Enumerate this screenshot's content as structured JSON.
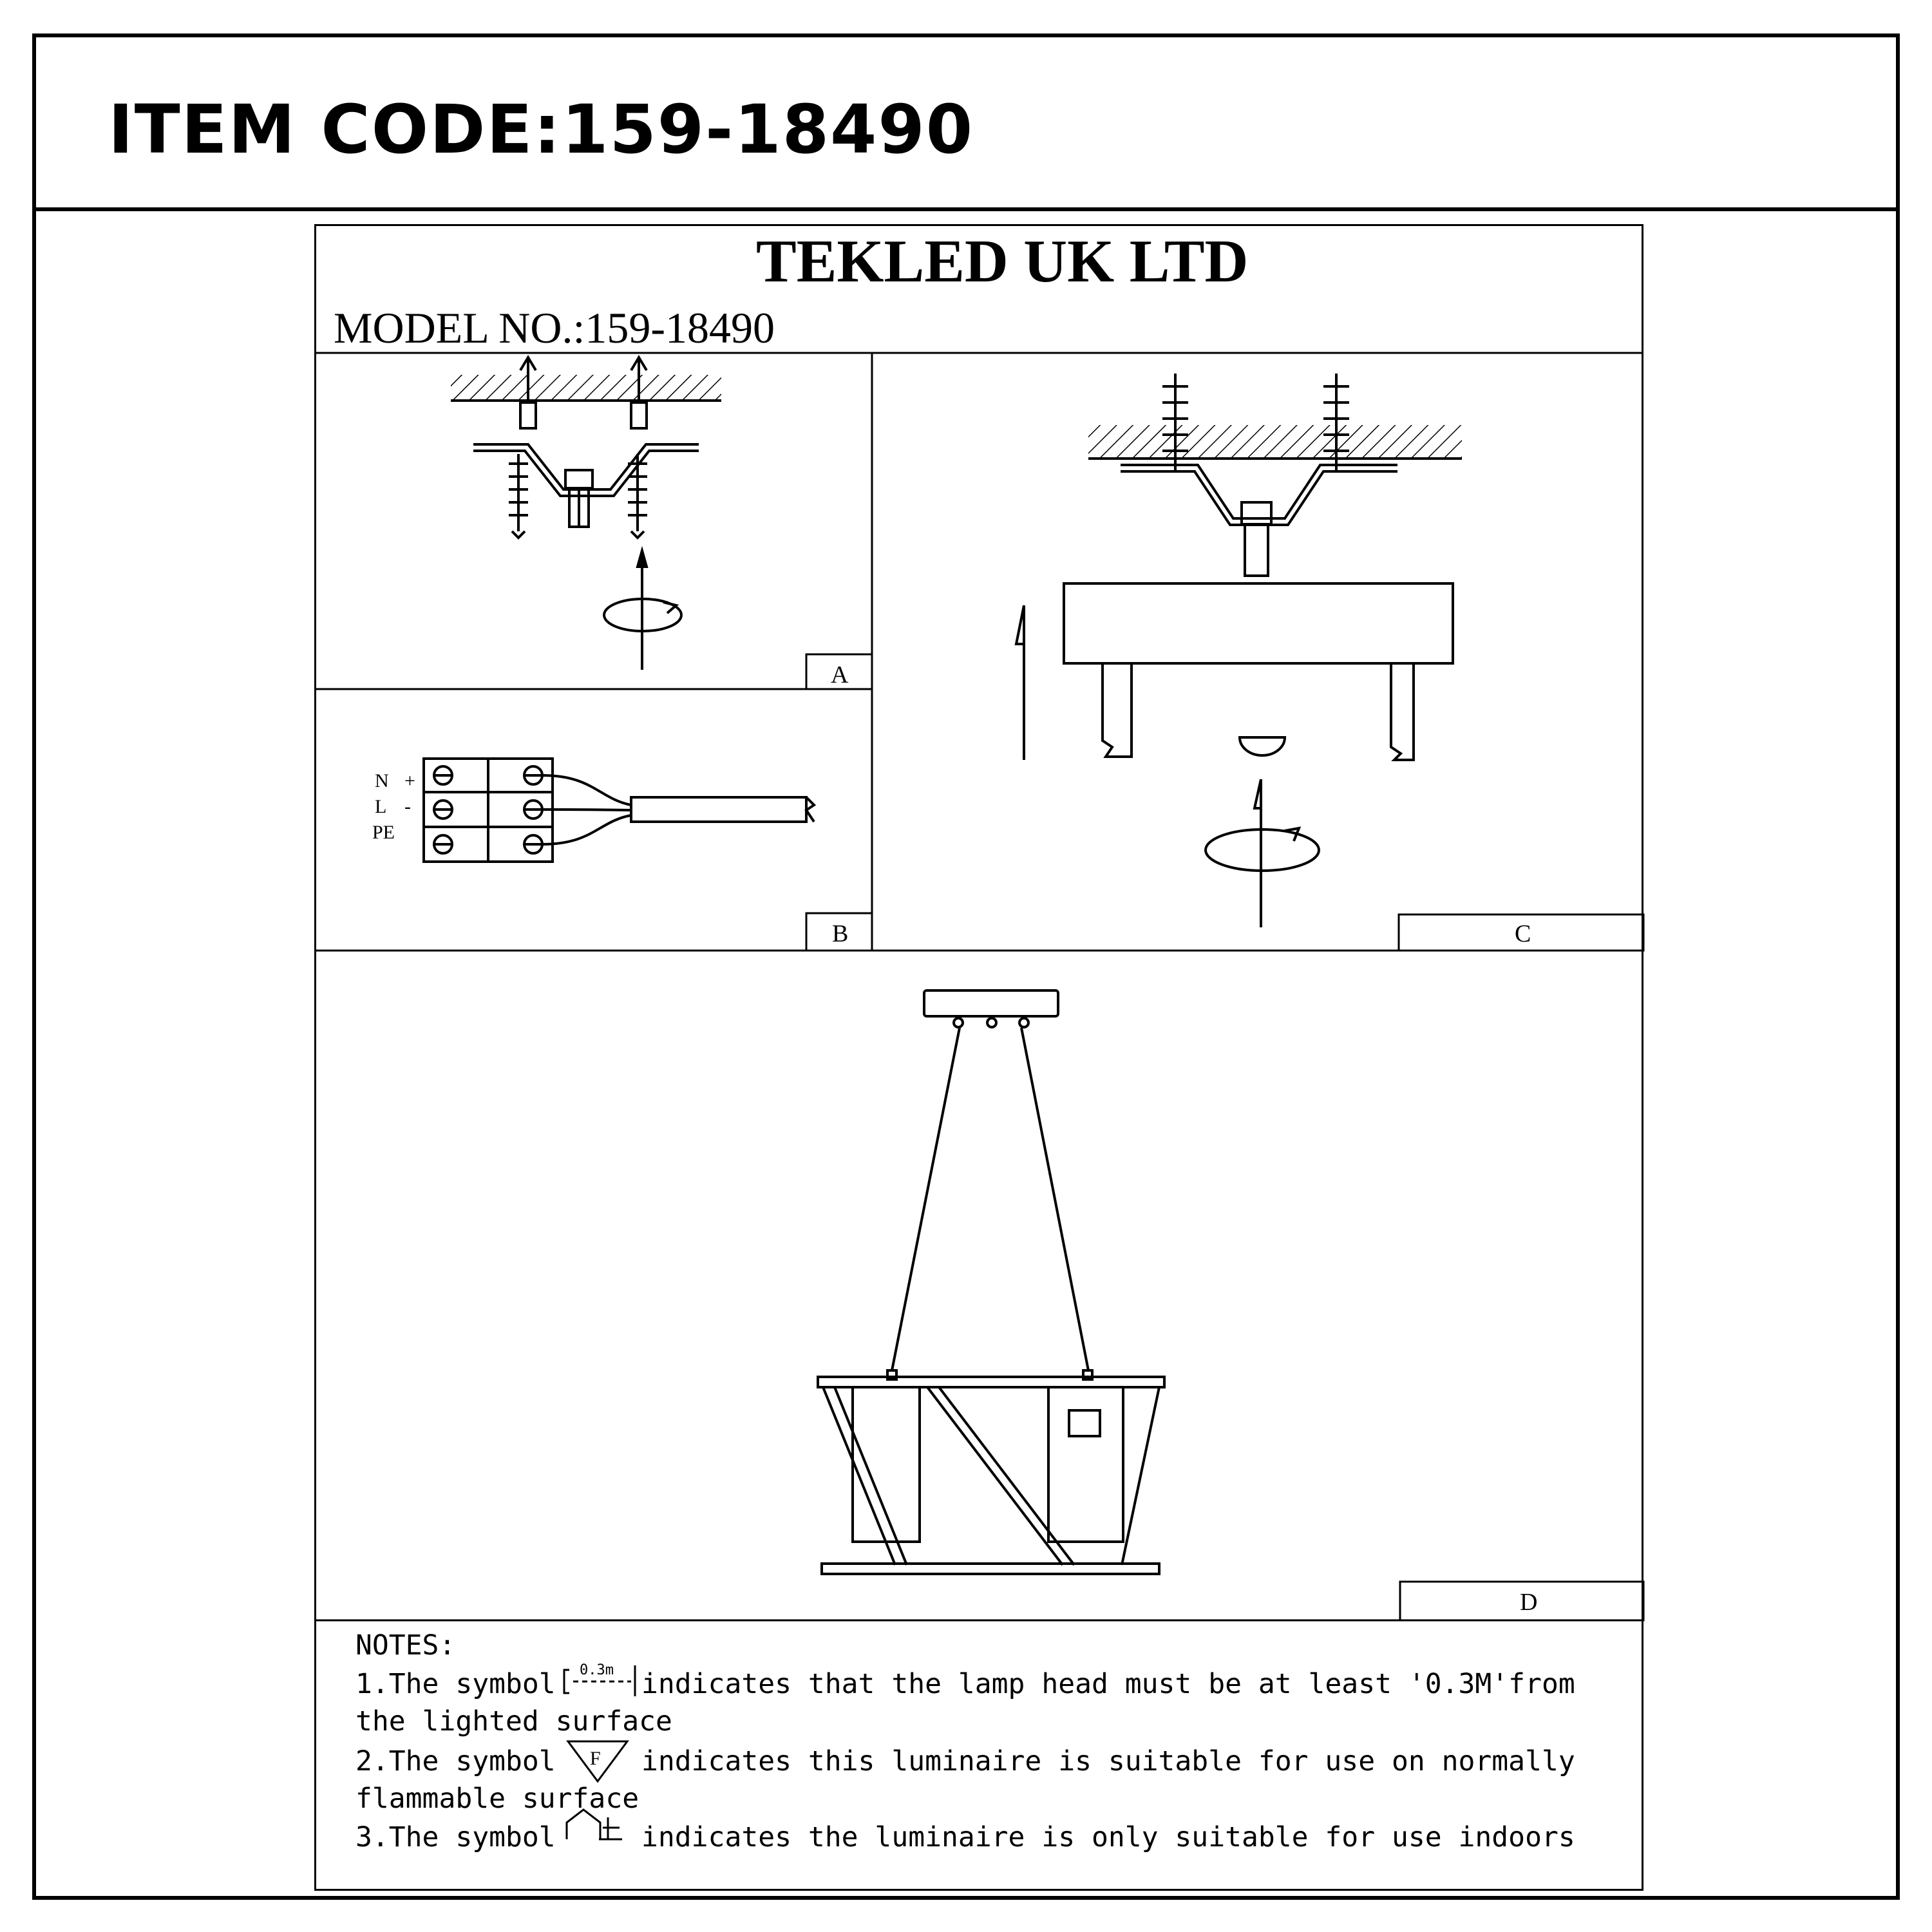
{
  "header": {
    "item_code": "ITEM CODE:159-18490"
  },
  "sheet": {
    "company": "TEKLED UK LTD",
    "model_no": "MODEL NO.:159-18490",
    "panels": {
      "a": "A",
      "b": "B",
      "c": "C",
      "d": "D"
    },
    "wiring": {
      "n": "N",
      "l": "L",
      "pe": "PE",
      "plus": "+",
      "minus": "-"
    },
    "notes": {
      "heading": "NOTES:",
      "symbol_distance": "0.3m",
      "line1a": "1.The symbol",
      "line1b": "indicates that the lamp head must be at least '0.3M'from",
      "line1c": "the lighted surface",
      "line2a": "2.The symbol",
      "symbol_f": "F",
      "line2b": "indicates this luminaire is suitable for use on normally",
      "line2c": "flammable surface",
      "line3a": "3.The symbol",
      "line3b": "indicates the luminaire is only suitable for use indoors"
    }
  }
}
